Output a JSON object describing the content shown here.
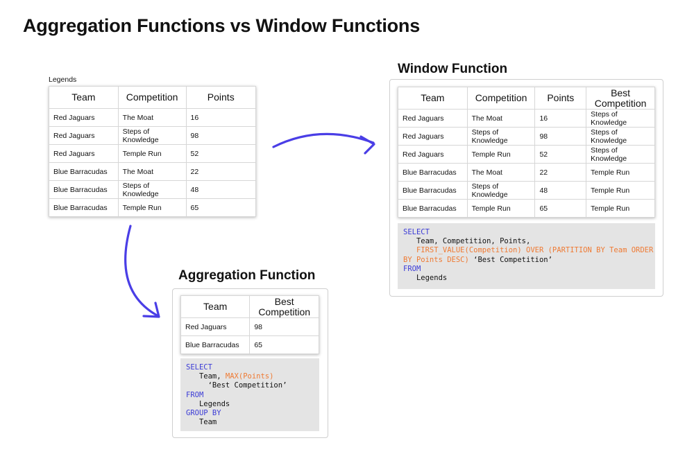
{
  "title": "Aggregation Functions vs Window Functions",
  "legends": {
    "caption": "Legends",
    "headers": [
      "Team",
      "Competition",
      "Points"
    ],
    "rows": [
      [
        "Red Jaguars",
        "The Moat",
        "16"
      ],
      [
        "Red Jaguars",
        "Steps of Knowledge",
        "98"
      ],
      [
        "Red Jaguars",
        "Temple Run",
        "52"
      ],
      [
        "Blue Barracudas",
        "The Moat",
        "22"
      ],
      [
        "Blue Barracudas",
        "Steps of Knowledge",
        "48"
      ],
      [
        "Blue Barracudas",
        "Temple Run",
        "65"
      ]
    ]
  },
  "window": {
    "title": "Window Function",
    "headers": [
      "Team",
      "Competition",
      "Points",
      "Best Competition"
    ],
    "rows": [
      [
        "Red Jaguars",
        "The Moat",
        "16",
        "Steps of Knowledge"
      ],
      [
        "Red Jaguars",
        "Steps of Knowledge",
        "98",
        "Steps of Knowledge"
      ],
      [
        "Red Jaguars",
        "Temple Run",
        "52",
        "Steps of Knowledge"
      ],
      [
        "Blue Barracudas",
        "The Moat",
        "22",
        "Temple Run"
      ],
      [
        "Blue Barracudas",
        "Steps of Knowledge",
        "48",
        "Temple Run"
      ],
      [
        "Blue Barracudas",
        "Temple Run",
        "65",
        "Temple Run"
      ]
    ],
    "code": {
      "select": "SELECT",
      "line2": "   Team, Competition, Points,",
      "line3_fn": "   FIRST_VALUE(Competition) OVER (PARTITION BY Team ORDER",
      "line4_fn": "BY Points DESC)",
      "line4_rest": " ‘Best Competition’",
      "from": "FROM",
      "table": "   Legends"
    }
  },
  "aggregation": {
    "title": "Aggregation Function",
    "headers": [
      "Team",
      "Best Competition"
    ],
    "rows": [
      [
        "Red Jaguars",
        "98"
      ],
      [
        "Blue Barracudas",
        "65"
      ]
    ],
    "code": {
      "select": "SELECT",
      "line2_pre": "   Team, ",
      "line2_fn": "MAX(Points)",
      "line3": "     ‘Best Competition’",
      "from": "FROM",
      "table": "   Legends",
      "group": "GROUP BY",
      "group_col": "   Team"
    }
  },
  "colors": {
    "arrow": "#4a3ee6",
    "keyword": "#3b3bd6",
    "function": "#ef7a33",
    "code_bg": "#e4e4e4"
  }
}
